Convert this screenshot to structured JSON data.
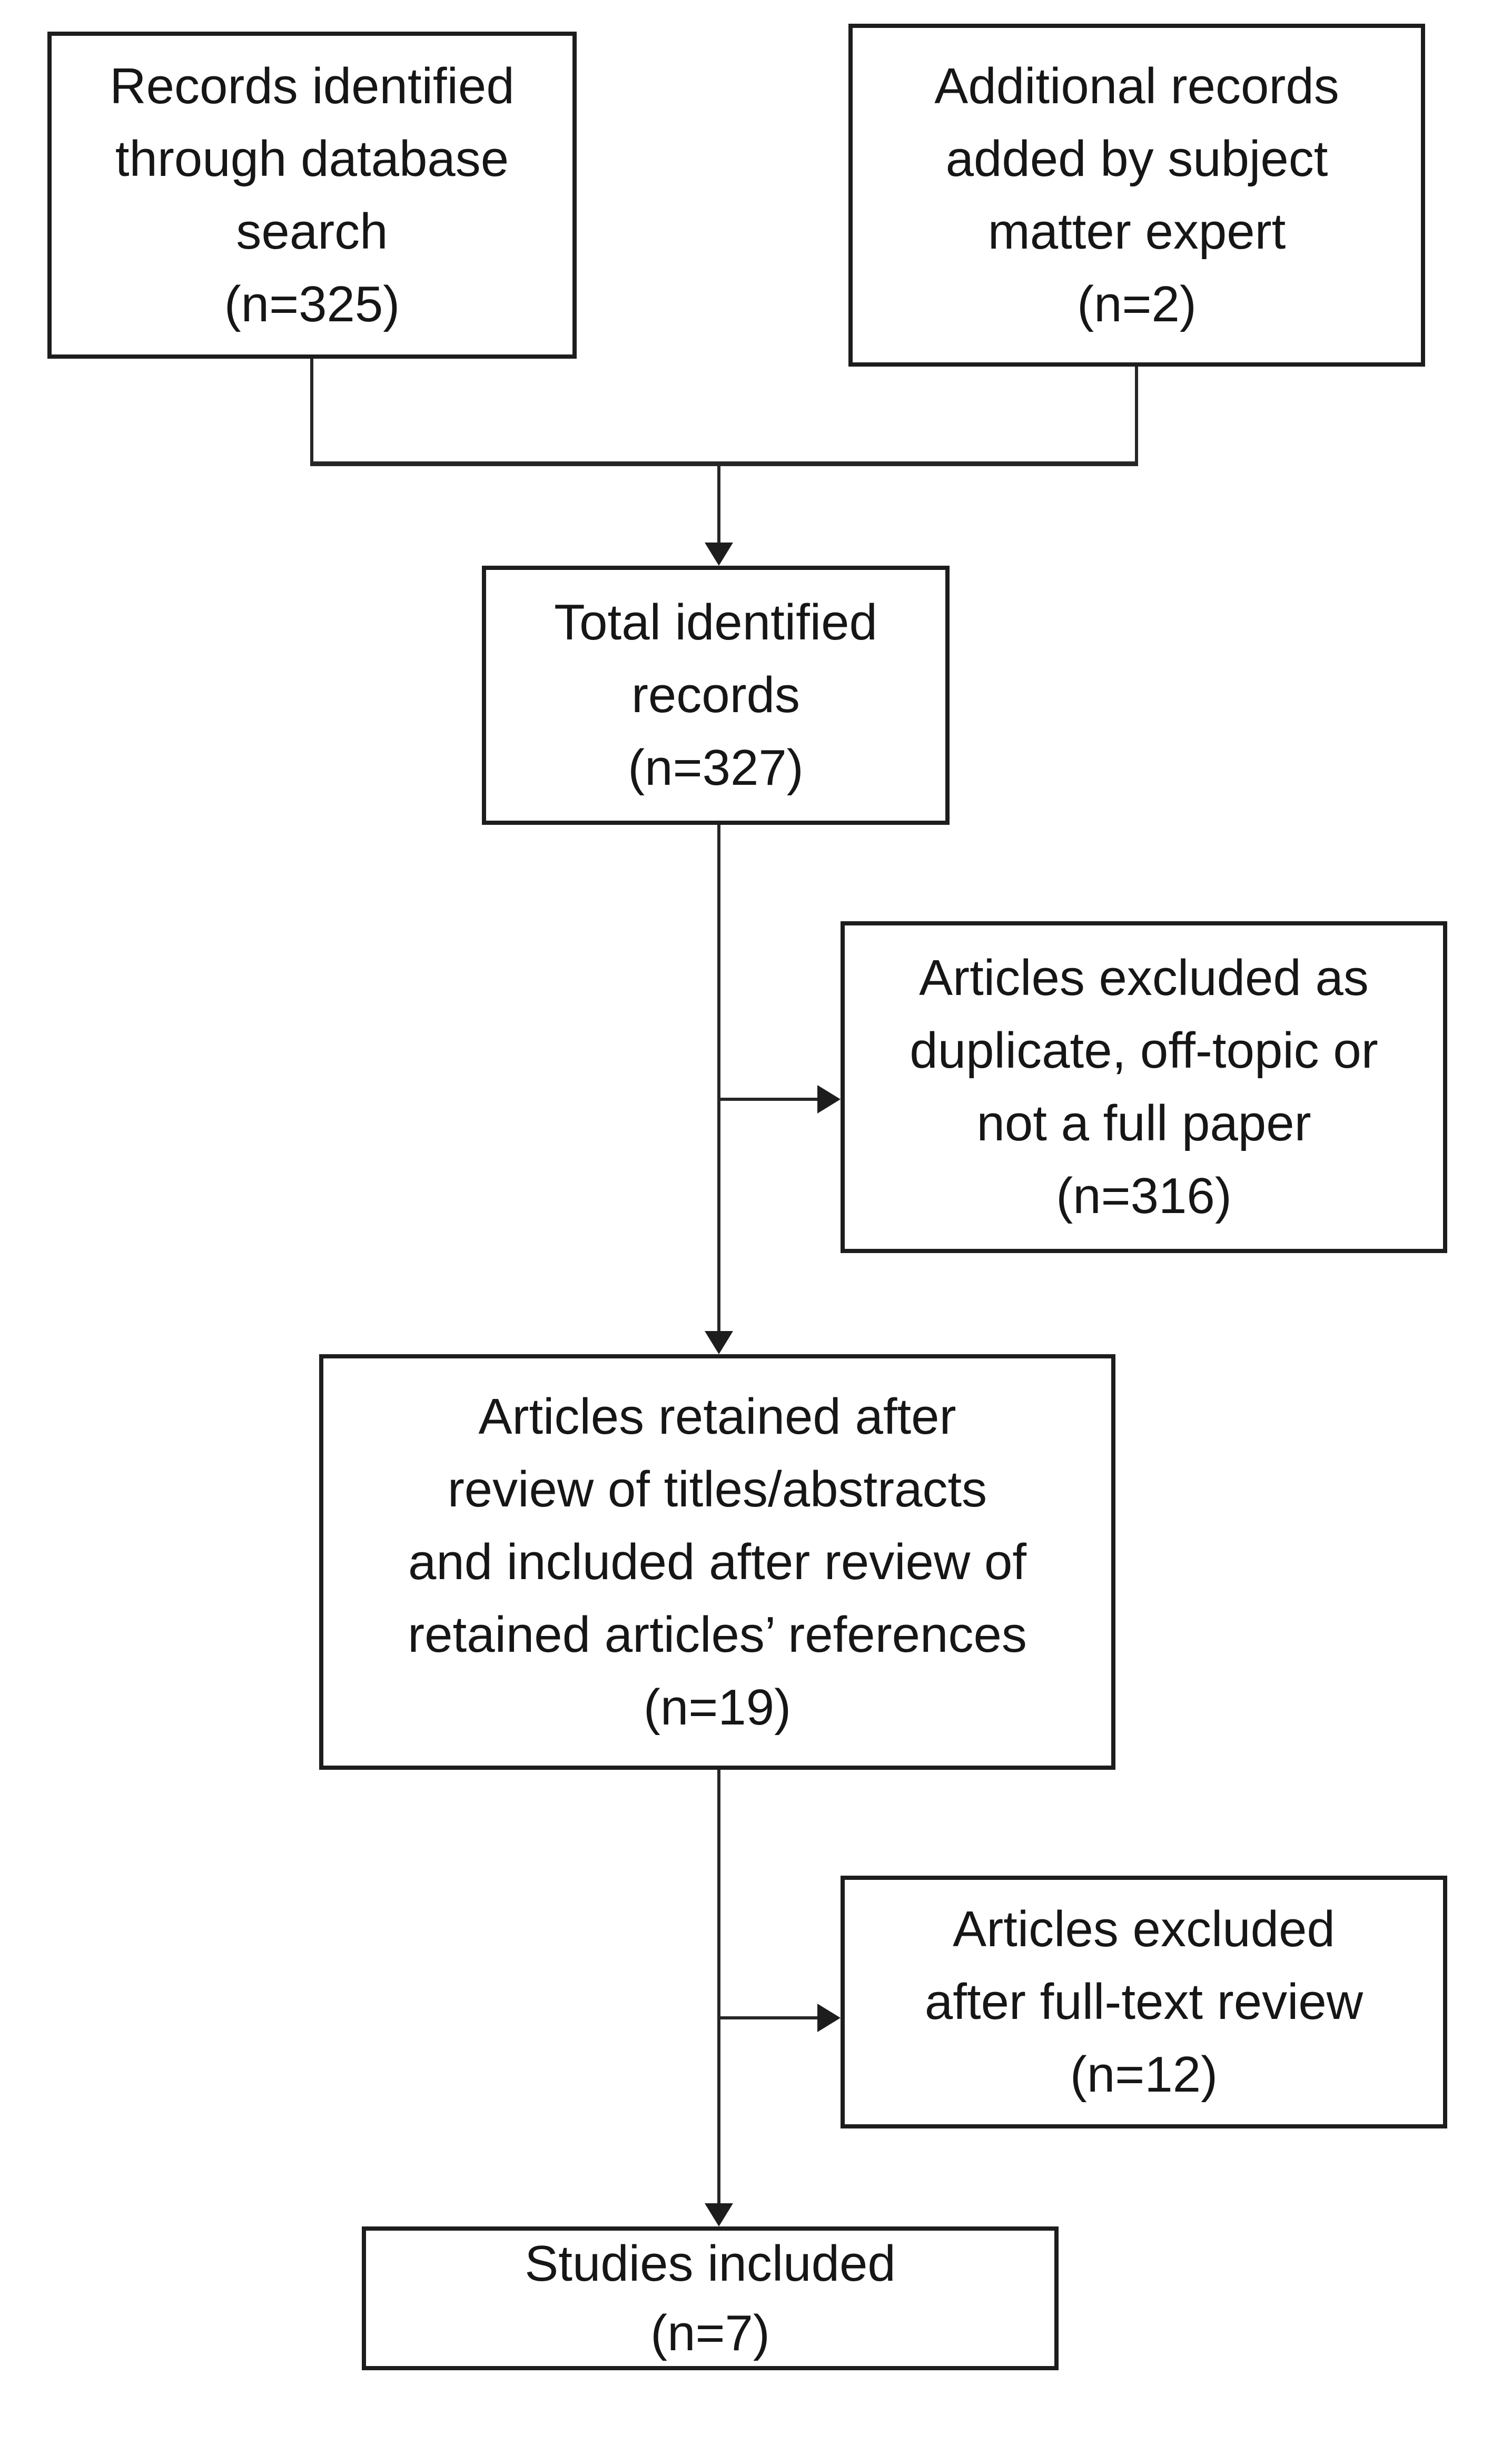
{
  "flowchart": {
    "colors": {
      "background": "#ffffff",
      "box_border": "#1d1d1d",
      "text": "#161616",
      "connector": "#262626"
    },
    "boxes": [
      {
        "id": "records-database-search",
        "count": "325",
        "lines": [
          "Records identified",
          "through database",
          "search",
          "(n=325)"
        ]
      },
      {
        "id": "records-subject-matter-expert",
        "count": "2",
        "lines": [
          "Additional records",
          "added by subject",
          "matter expert",
          "(n=2)"
        ]
      },
      {
        "id": "total-identified-records",
        "count": "327",
        "lines": [
          "Total identified",
          "records",
          "(n=327)"
        ]
      },
      {
        "id": "excluded-screening",
        "count": "316",
        "lines": [
          "Articles excluded as",
          "duplicate, off-topic or",
          "not a full paper",
          "(n=316)"
        ]
      },
      {
        "id": "retained-after-review",
        "count": "19",
        "lines": [
          "Articles retained after",
          "review of titles/abstracts",
          "and included after review of",
          "retained articles’ references",
          "(n=19)"
        ]
      },
      {
        "id": "excluded-fulltext",
        "count": "12",
        "lines": [
          "Articles excluded",
          "after full-text review",
          "(n=12)"
        ]
      },
      {
        "id": "studies-included",
        "count": "7",
        "lines": [
          "Studies included",
          "(n=7)"
        ]
      }
    ]
  }
}
